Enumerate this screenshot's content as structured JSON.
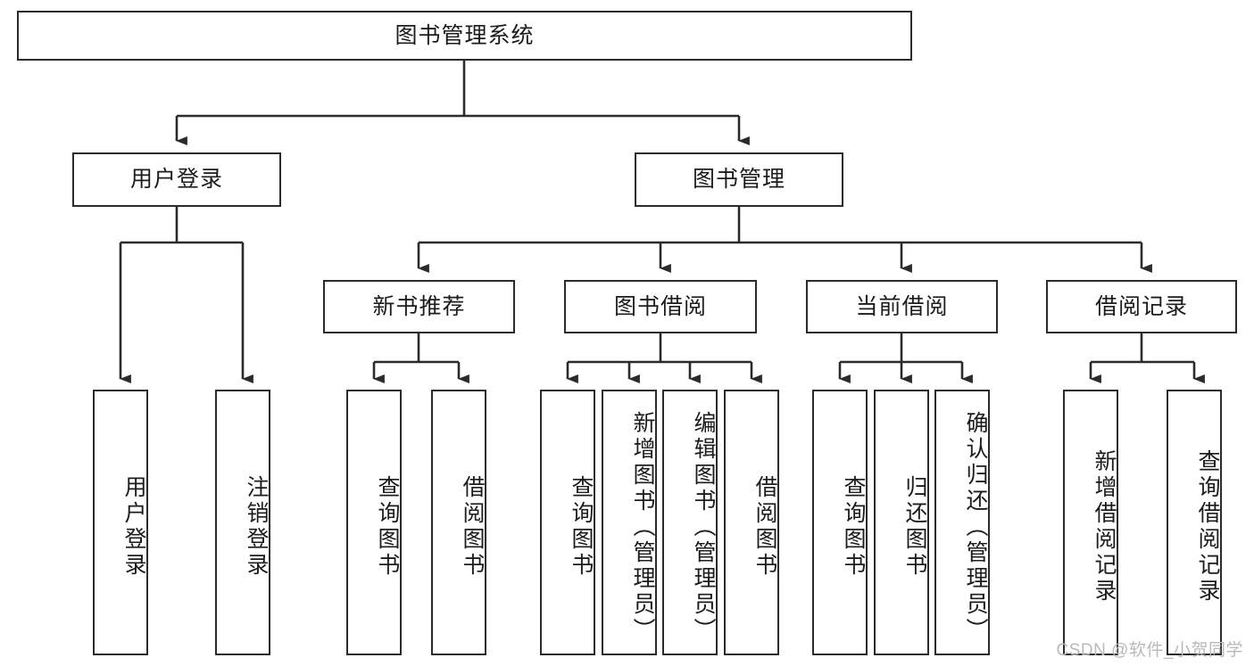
{
  "diagram": {
    "type": "tree",
    "title": "图书管理系统",
    "orientation": "top-down",
    "colors": {
      "box_border": "#2b2b2b",
      "box_fill": "#ffffff",
      "connector": "#2b2b2b",
      "text": "#1c1c1c",
      "watermark": "#b9b9b9",
      "background": "#ffffff"
    },
    "root": {
      "id": "root",
      "label": "图书管理系统",
      "orientation": "horizontal"
    },
    "level2": [
      {
        "id": "user-login",
        "label": "用户登录",
        "orientation": "horizontal"
      },
      {
        "id": "book-manage",
        "label": "图书管理",
        "orientation": "horizontal"
      }
    ],
    "level3": [
      {
        "id": "new-book-recommend",
        "label": "新书推荐",
        "orientation": "horizontal",
        "parent": "book-manage"
      },
      {
        "id": "book-borrow",
        "label": "图书借阅",
        "orientation": "horizontal",
        "parent": "book-manage"
      },
      {
        "id": "current-borrow",
        "label": "当前借阅",
        "orientation": "horizontal",
        "parent": "book-manage"
      },
      {
        "id": "borrow-record",
        "label": "借阅记录",
        "orientation": "horizontal",
        "parent": "book-manage"
      }
    ],
    "leaves": [
      {
        "id": "leaf-user-login",
        "label": "用户登录",
        "parent": "user-login",
        "orientation": "vertical"
      },
      {
        "id": "leaf-logout-login",
        "label": "注销登录",
        "parent": "user-login",
        "orientation": "vertical"
      },
      {
        "id": "leaf-query-book-1",
        "label": "查询图书",
        "parent": "new-book-recommend",
        "orientation": "vertical"
      },
      {
        "id": "leaf-borrow-book-1",
        "label": "借阅图书",
        "parent": "new-book-recommend",
        "orientation": "vertical"
      },
      {
        "id": "leaf-query-book-2",
        "label": "查询图书",
        "parent": "book-borrow",
        "orientation": "vertical"
      },
      {
        "id": "leaf-add-book",
        "label": "新增图书（管理员）",
        "parent": "book-borrow",
        "orientation": "vertical"
      },
      {
        "id": "leaf-edit-book",
        "label": "编辑图书（管理员）",
        "parent": "book-borrow",
        "orientation": "vertical"
      },
      {
        "id": "leaf-borrow-book-2",
        "label": "借阅图书",
        "parent": "book-borrow",
        "orientation": "vertical"
      },
      {
        "id": "leaf-query-book-3",
        "label": "查询图书",
        "parent": "current-borrow",
        "orientation": "vertical"
      },
      {
        "id": "leaf-return-book",
        "label": "归还图书",
        "parent": "current-borrow",
        "orientation": "vertical"
      },
      {
        "id": "leaf-confirm-return",
        "label": "确认归还（管理员）",
        "parent": "current-borrow",
        "orientation": "vertical"
      },
      {
        "id": "leaf-add-record",
        "label": "新增借阅记录",
        "parent": "borrow-record",
        "orientation": "vertical"
      },
      {
        "id": "leaf-query-record",
        "label": "查询借阅记录",
        "parent": "borrow-record",
        "orientation": "vertical"
      }
    ]
  },
  "watermark": {
    "text": "CSDN @软件_小贺同学"
  }
}
